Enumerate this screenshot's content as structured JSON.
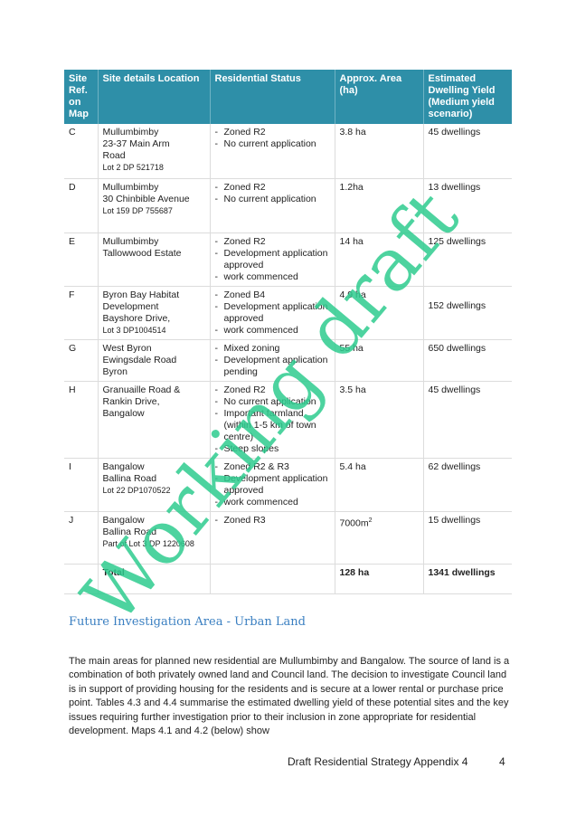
{
  "table": {
    "headers": [
      "Site Ref. on Map",
      "Site details Location",
      "Residential Status",
      "Approx. Area (ha)",
      "Estimated Dwelling Yield (Medium yield scenario)"
    ],
    "rows": [
      {
        "ref": "C",
        "loc": [
          "Mullumbimby",
          "23-37 Main Arm",
          "Road"
        ],
        "lot": "Lot 2 DP 521718",
        "status": [
          "Zoned R2",
          "No current application"
        ],
        "area": "3.8 ha",
        "yield": "45 dwellings"
      },
      {
        "ref": "D",
        "loc": [
          "Mullumbimby",
          "30 Chinbible Avenue"
        ],
        "lot": "Lot 159 DP 755687",
        "status": [
          "Zoned R2",
          "No current application"
        ],
        "area": "1.2ha",
        "yield": "13 dwellings"
      },
      {
        "ref": "E",
        "loc": [
          "Mullumbimby",
          "Tallowwood Estate"
        ],
        "lot": "",
        "status": [
          "Zoned R2",
          "Development application approved",
          "work commenced"
        ],
        "area": "14 ha",
        "yield": "125 dwellings"
      },
      {
        "ref": "F",
        "loc": [
          "Byron Bay Habitat",
          "Development",
          "Bayshore Drive,"
        ],
        "lot": "Lot 3 DP1004514",
        "status": [
          "Zoned B4",
          "Development application approved",
          "work commenced"
        ],
        "area": "4.9 ha",
        "yield": "152 dwellings"
      },
      {
        "ref": "G",
        "loc": [
          "West Byron",
          "Ewingsdale Road",
          "Byron"
        ],
        "lot": "",
        "status": [
          "Mixed zoning",
          "Development application pending"
        ],
        "area": "55 ha",
        "yield": "650 dwellings"
      },
      {
        "ref": "H",
        "loc": [
          "Granuaille Road &",
          "Rankin Drive,",
          "Bangalow"
        ],
        "lot": "",
        "status": [
          "Zoned R2",
          "No current application",
          "Important farmland (within 1-5 km of town centre)",
          "Steep slopes"
        ],
        "area": "3.5 ha",
        "yield": "45 dwellings"
      },
      {
        "ref": "I",
        "loc": [
          "Bangalow",
          "Ballina Road"
        ],
        "lot": "Lot 22 DP1070522",
        "status": [
          "Zoned R2 & R3",
          "Development application approved",
          "work commenced"
        ],
        "area": "5.4 ha",
        "yield": "62 dwellings"
      },
      {
        "ref": "J",
        "loc": [
          "Bangalow",
          "Ballina Road"
        ],
        "lot": "Part of Lot 3 DP 1220608",
        "status": [
          "Zoned R3"
        ],
        "area": "7000m",
        "area_sup": "2",
        "yield": "15 dwellings"
      }
    ],
    "total": {
      "label": "Total",
      "area": "128 ha",
      "yield": "1341 dwellings"
    }
  },
  "heading": "Future Investigation Area - Urban Land",
  "paragraph": "The main areas for planned new residential are Mullumbimby and Bangalow. The source of land is a combination of both privately owned land and Council land. The decision to investigate Council land is in support of providing housing for the residents and is secure at a lower rental or purchase price point. Tables 4.3 and 4.4 summarise the estimated dwelling yield of these potential sites and the key issues requiring further investigation prior to their inclusion in zone appropriate for residential development.  Maps 4.1 and 4.2 (below) show",
  "footer": "Draft Residential Strategy Appendix 4",
  "page_number": "4",
  "watermark": "Working draft",
  "colors": {
    "header_bg": "#2e8fa8",
    "heading": "#3a7fc1",
    "watermark": "#2ecc8f"
  }
}
